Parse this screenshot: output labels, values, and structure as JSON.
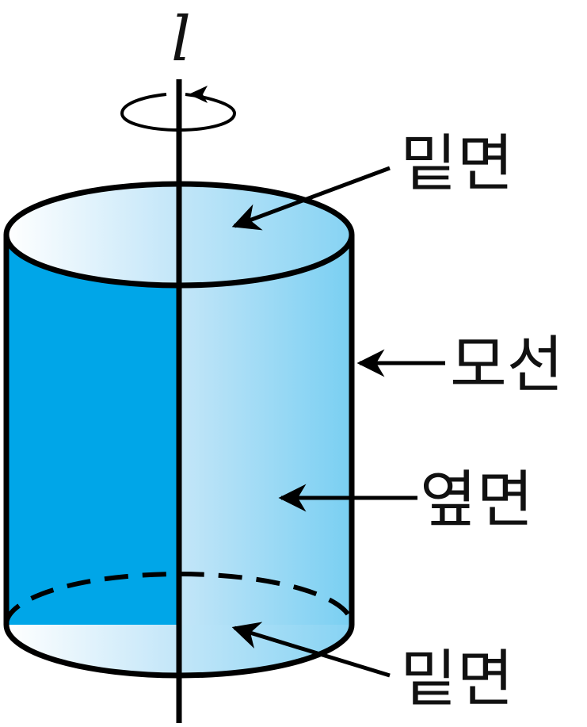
{
  "diagram": {
    "axis_label": "l",
    "labels": {
      "top_base": "밑면",
      "generatrix": "모선",
      "lateral_surface": "옆면",
      "bottom_base": "밑면"
    },
    "colors": {
      "dark_blue": "#00a6e8",
      "light_blue": "#7fd1f3",
      "pale_blue": "#d4edfb",
      "line": "#000000"
    }
  }
}
